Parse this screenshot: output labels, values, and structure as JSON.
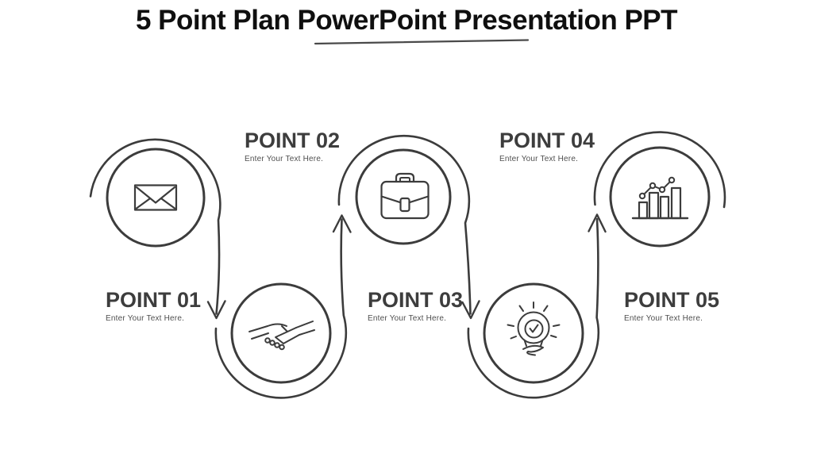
{
  "slide": {
    "title": "5 Point Plan PowerPoint Presentation PPT",
    "points": [
      {
        "number": "01",
        "label": "POINT 01",
        "subtitle": "Enter Your Text Here.",
        "icon": "envelope"
      },
      {
        "number": "02",
        "label": "POINT 02",
        "subtitle": "Enter Your Text Here.",
        "icon": "handshake"
      },
      {
        "number": "03",
        "label": "POINT 03",
        "subtitle": "Enter Your Text Here.",
        "icon": "briefcase"
      },
      {
        "number": "04",
        "label": "POINT 04",
        "subtitle": "Enter Your Text Here.",
        "icon": "lightbulb-check"
      },
      {
        "number": "05",
        "label": "POINT 05",
        "subtitle": "Enter Your Text Here.",
        "icon": "bar-chart"
      }
    ],
    "colors": {
      "background": "#ffffff",
      "ink": "#3c3c3c",
      "title_text": "#0f0f0f",
      "label_text": "#3d3d3d",
      "subtitle_text": "#4f4f4f",
      "underline": "#4a4a4a"
    }
  }
}
